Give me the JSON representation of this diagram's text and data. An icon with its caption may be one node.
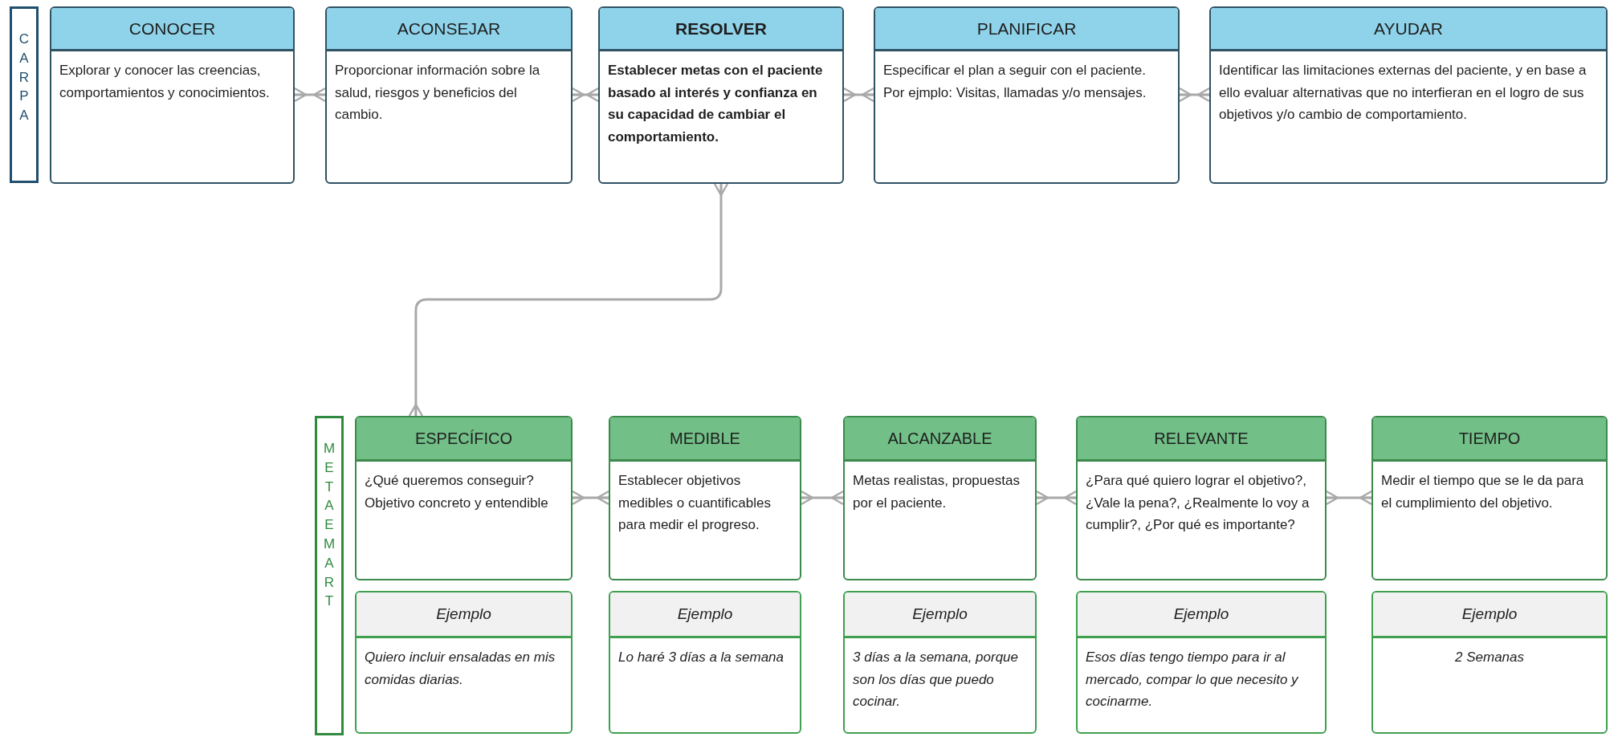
{
  "diagram": {
    "nodes": [
      {
        "text": [
          "CARPA"
        ]
      },
      {
        "text": [
          "CONOCER",
          "Explorar y conocer las creencias, comportamientos y conocimientos."
        ]
      },
      {
        "text": [
          "ACONSEJAR",
          "Proporcionar información sobre la salud, riesgos y beneficios del cambio."
        ]
      },
      {
        "text": [
          "RESOLVER",
          "Establecer metas con el paciente basado al interés y confianza en su capacidad de cambiar el comportamiento."
        ]
      },
      {
        "text": [
          "PLANIFICAR",
          "Especificar el plan a seguir con el paciente. Por ejmplo: Visitas, llamadas y/o mensajes."
        ]
      },
      {
        "text": [
          "AYUDAR",
          "Identificar las limitaciones externas del paciente, y en base a ello evaluar alternativas que no interfieran en el logro de sus objetivos y/o cambio de comportamiento."
        ]
      },
      {
        "text": [
          "META EMART"
        ]
      },
      {
        "text": [
          "ESPECÍFICO",
          "¿Qué queremos conseguir? Objetivo concreto y entendible"
        ]
      },
      {
        "text": [
          "MEDIBLE",
          "Establecer objetivos medibles o cuantificables para medir el progreso."
        ]
      },
      {
        "text": [
          "ALCANZABLE",
          "Metas realistas, propuestas por el paciente."
        ]
      },
      {
        "text": [
          "RELEVANTE",
          "¿Para qué quiero lograr el objetivo?, ¿Vale la pena?, ¿Realmente lo voy a cumplir?, ¿Por qué es importante?"
        ]
      },
      {
        "text": [
          "TIEMPO",
          "Medir el tiempo que se le da para el cumplimiento del objetivo."
        ]
      },
      {
        "text": [
          "Ejemplo",
          "Quiero incluir ensaladas en mis comidas diarias."
        ]
      },
      {
        "text": [
          "Ejemplo",
          "Lo haré 3 días a la semana"
        ]
      },
      {
        "text": [
          "Ejemplo",
          "3 días a la semana, porque son los días que puedo cocinar."
        ]
      },
      {
        "text": [
          "Ejemplo",
          "Esos días tengo tiempo para ir al mercado, compar lo que necesito y cocinarme."
        ]
      },
      {
        "text": [
          "Ejemplo",
          "2 Semanas"
        ]
      }
    ],
    "edges": [
      {
        "from": 1,
        "to": 2,
        "arrow": "other"
      },
      {
        "from": 2,
        "to": 3,
        "arrow": "other"
      },
      {
        "from": 3,
        "to": 4,
        "arrow": "other"
      },
      {
        "from": 4,
        "to": 5,
        "arrow": "other"
      },
      {
        "from": 3,
        "to": 7,
        "arrow": "other"
      },
      {
        "from": 7,
        "to": 8,
        "arrow": "other"
      },
      {
        "from": 8,
        "to": 9,
        "arrow": "other"
      },
      {
        "from": 9,
        "to": 10,
        "arrow": "other"
      },
      {
        "from": 10,
        "to": 11,
        "arrow": "other"
      }
    ]
  }
}
